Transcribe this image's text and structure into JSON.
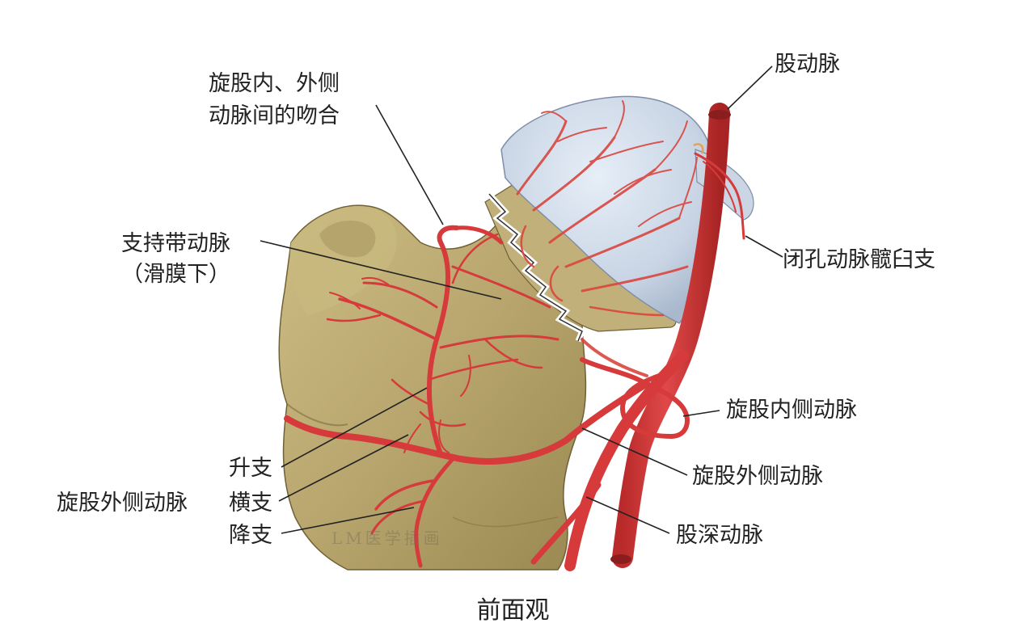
{
  "caption": "前面观",
  "watermark": "LM医学插画",
  "labels": {
    "anastomosis_line1": "旋股内、外侧",
    "anastomosis_line2": "动脉间的吻合",
    "retinacular_line1": "支持带动脉",
    "retinacular_line2": "（滑膜下）",
    "femoral": "股动脉",
    "obturator_acetabular": "闭孔动脉髋臼支",
    "medial_circumflex": "旋股内侧动脉",
    "lateral_circumflex_right": "旋股外侧动脉",
    "deep_femoral": "股深动脉",
    "lateral_circumflex_left": "旋股外侧动脉",
    "ascending_branch": "升支",
    "transverse_branch": "横支",
    "descending_branch": "降支"
  },
  "colors": {
    "artery": "#d63a3a",
    "artery_dark": "#a82424",
    "bone": "#b8a66e",
    "bone_shadow": "#8f7e49",
    "capsule": "#cdd8e6",
    "leader": "#222222"
  }
}
